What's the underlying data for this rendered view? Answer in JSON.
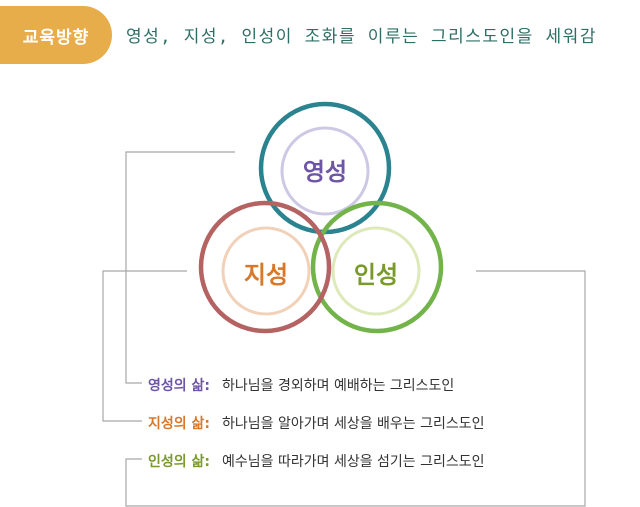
{
  "badge": {
    "label": "교육방향"
  },
  "heading": {
    "text": "영성, 지성, 인성이 조화를 이루는 그리스도인을 세워감"
  },
  "circles": {
    "spirit": {
      "label": "영성",
      "ring_color": "#2b8390",
      "text_color": "#6f55a6",
      "inner_color": "#a69ad0"
    },
    "intellect": {
      "label": "지성",
      "ring_color": "#b56262",
      "text_color": "#d8782a",
      "inner_color": "#eab38b"
    },
    "character": {
      "label": "인성",
      "ring_color": "#72b34a",
      "text_color": "#7a9a2a",
      "inner_color": "#cfe09a"
    }
  },
  "descriptions": [
    {
      "label": "영성의 삶:",
      "text": "하나님을 경외하며 예배하는 그리스도인",
      "color": "#6f55a6"
    },
    {
      "label": "지성의 삶:",
      "text": "하나님을 알아가며 세상을 배우는 그리스도인",
      "color": "#d8782a"
    },
    {
      "label": "인성의 삶:",
      "text": "예수님을 따라가며 세상을 섬기는 그리스도인",
      "color": "#7a9a2a"
    }
  ]
}
